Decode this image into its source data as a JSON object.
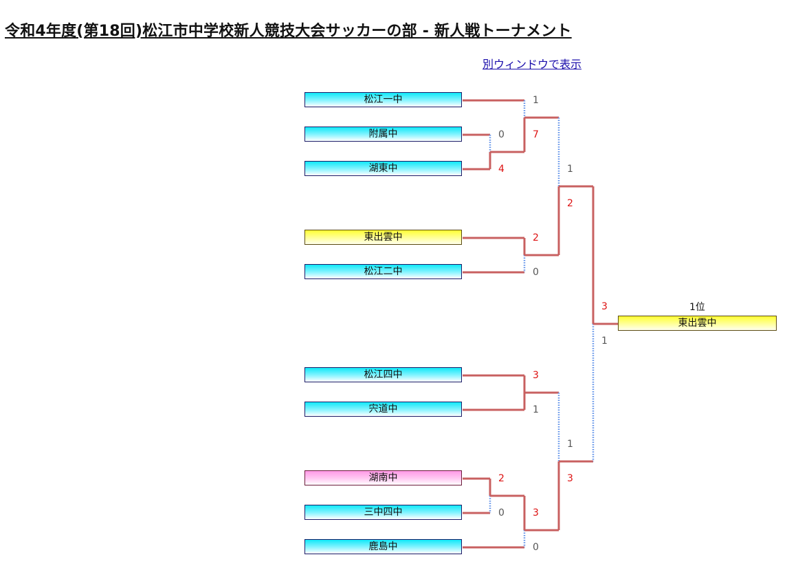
{
  "page": {
    "title": "令和4年度(第18回)松江市中学校新人競技大会サッカーの部 - 新人戦トーナメント",
    "popout_link": "別ウィンドウで表示"
  },
  "bracket": {
    "teams": [
      {
        "name": "松江一中",
        "color": "cyan"
      },
      {
        "name": "附属中",
        "color": "cyan"
      },
      {
        "name": "湖東中",
        "color": "cyan"
      },
      {
        "name": "東出雲中",
        "color": "yellow"
      },
      {
        "name": "松江二中",
        "color": "cyan"
      },
      {
        "name": "松江四中",
        "color": "cyan"
      },
      {
        "name": "宍道中",
        "color": "cyan"
      },
      {
        "name": "湖南中",
        "color": "pink"
      },
      {
        "name": "三中四中",
        "color": "cyan"
      },
      {
        "name": "鹿島中",
        "color": "cyan"
      }
    ],
    "matches": {
      "m1": {
        "top_score": "0",
        "bottom_score": "4",
        "winner": "湖東中"
      },
      "m2": {
        "top_score": "1",
        "bottom_score": "7",
        "winner": "湖東中"
      },
      "m3": {
        "top_score": "2",
        "bottom_score": "0",
        "winner": "東出雲中"
      },
      "m4": {
        "top_score": "1",
        "bottom_score": "2",
        "winner": "東出雲中"
      },
      "m5": {
        "top_score": "3",
        "bottom_score": "1",
        "winner": "松江四中"
      },
      "m6": {
        "top_score": "2",
        "bottom_score": "0",
        "winner": "湖南中"
      },
      "m7": {
        "top_score": "3",
        "bottom_score": "0",
        "winner": "湖南中"
      },
      "m8": {
        "top_score": "1",
        "bottom_score": "3",
        "winner": "湖南中"
      },
      "final": {
        "top_score": "3",
        "bottom_score": "1",
        "winner": "東出雲中"
      }
    },
    "champion": {
      "rank_label": "1位",
      "name": "東出雲中",
      "color": "yellow"
    }
  },
  "colors": {
    "winner_line": "#c86060",
    "loser_line": "#5a8ee8",
    "winning_score": "#dd1111",
    "losing_score": "#555555"
  }
}
